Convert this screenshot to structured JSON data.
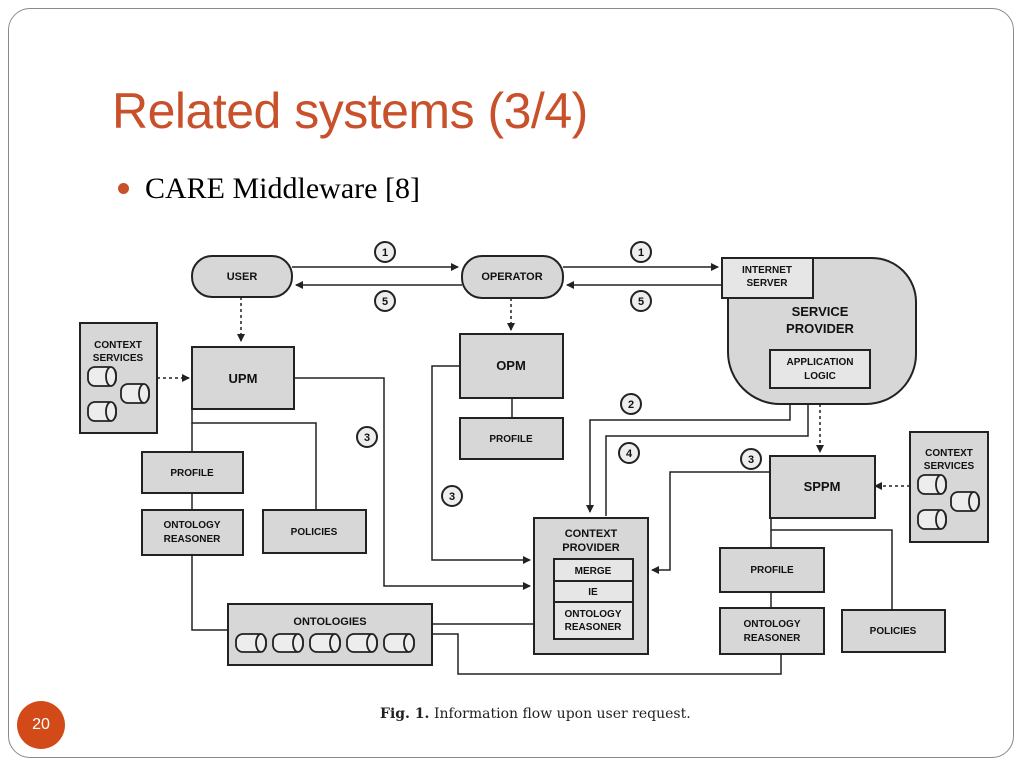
{
  "slide": {
    "title": "Related systems (3/4)",
    "bullet": "CARE Middleware [8]",
    "page_number": "20"
  },
  "diagram": {
    "nodes": {
      "user": "USER",
      "operator": "OPERATOR",
      "internet_server_1": "INTERNET",
      "internet_server_2": "SERVER",
      "service_provider_1": "SERVICE",
      "service_provider_2": "PROVIDER",
      "application_logic_1": "APPLICATION",
      "application_logic_2": "LOGIC",
      "context_services_left_1": "CONTEXT",
      "context_services_left_2": "SERVICES",
      "context_services_right_1": "CONTEXT",
      "context_services_right_2": "SERVICES",
      "upm": "UPM",
      "opm": "OPM",
      "sppm": "SPPM",
      "opm_profile": "PROFILE",
      "upm_profile": "PROFILE",
      "upm_ontology_reasoner_1": "ONTOLOGY",
      "upm_ontology_reasoner_2": "REASONER",
      "upm_policies": "POLICIES",
      "ontologies": "ONTOLOGIES",
      "context_provider_1": "CONTEXT",
      "context_provider_2": "PROVIDER",
      "merge": "MERGE",
      "ie": "IE",
      "cp_ontology_reasoner_1": "ONTOLOGY",
      "cp_ontology_reasoner_2": "REASONER",
      "sppm_profile": "PROFILE",
      "sppm_ontology_reasoner_1": "ONTOLOGY",
      "sppm_ontology_reasoner_2": "REASONER",
      "sppm_policies": "POLICIES"
    },
    "steps": {
      "user_operator_request": "1",
      "user_operator_response": "5",
      "operator_internet_request": "1",
      "operator_internet_response": "5",
      "upm_step": "3",
      "opm_step": "3",
      "sppm_step": "3",
      "app_logic_request": "2",
      "app_logic_response": "4"
    },
    "caption": {
      "label": "Fig. 1.",
      "text": "Information flow upon user request."
    }
  }
}
